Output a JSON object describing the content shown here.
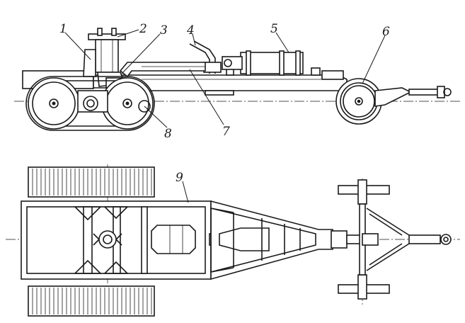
{
  "callouts": {
    "c1": "1",
    "c2": "2",
    "c3": "3",
    "c4": "4",
    "c5": "5",
    "c6": "6",
    "c7": "7",
    "c8": "8",
    "c9": "9"
  },
  "colors": {
    "ink": "#1a1a1a",
    "paper": "#ffffff"
  }
}
